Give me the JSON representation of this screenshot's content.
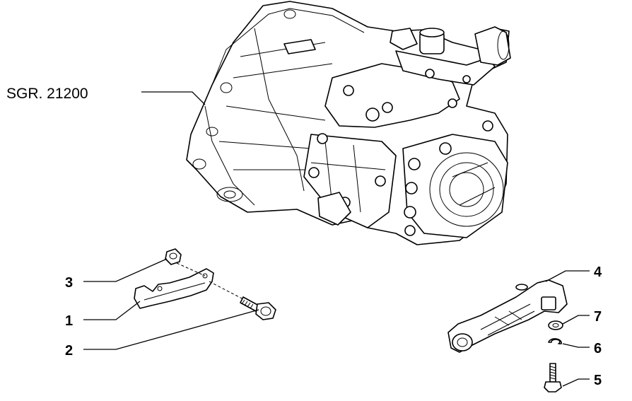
{
  "diagram": {
    "callouts": {
      "ref_assembly": "SGR. 21200",
      "part_1": "1",
      "part_2": "2",
      "part_3": "3",
      "part_4": "4",
      "part_5": "5",
      "part_6": "6",
      "part_7": "7"
    },
    "colors": {
      "ink": "#000000",
      "paper": "#ffffff"
    }
  }
}
